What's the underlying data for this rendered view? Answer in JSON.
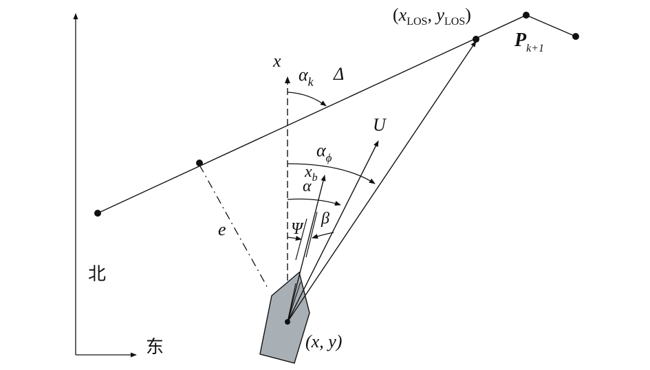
{
  "labels": {
    "north": "北",
    "east": "东",
    "x_axis": "x",
    "alpha_k": "α",
    "alpha_k_sub": "k",
    "delta": "Δ",
    "U": "U",
    "alpha_phi": "α",
    "alpha_phi_sub": "ϕ",
    "x_b": "x",
    "x_b_sub": "b",
    "alpha": "α",
    "beta": "β",
    "psi": "Ψ",
    "e": "e",
    "los_point": "(xLOS, yLOS)",
    "los_open": "(",
    "los_x": "x",
    "los_x_sub": "LOS",
    "los_comma": ", ",
    "los_y": "y",
    "los_y_sub": "LOS",
    "los_close": ")",
    "pk1": "P",
    "pk1_sub": "k+1",
    "ship_pos": "(x, y)"
  },
  "colors": {
    "ink": "#111111",
    "ship_fill": "#a9b0b5"
  }
}
